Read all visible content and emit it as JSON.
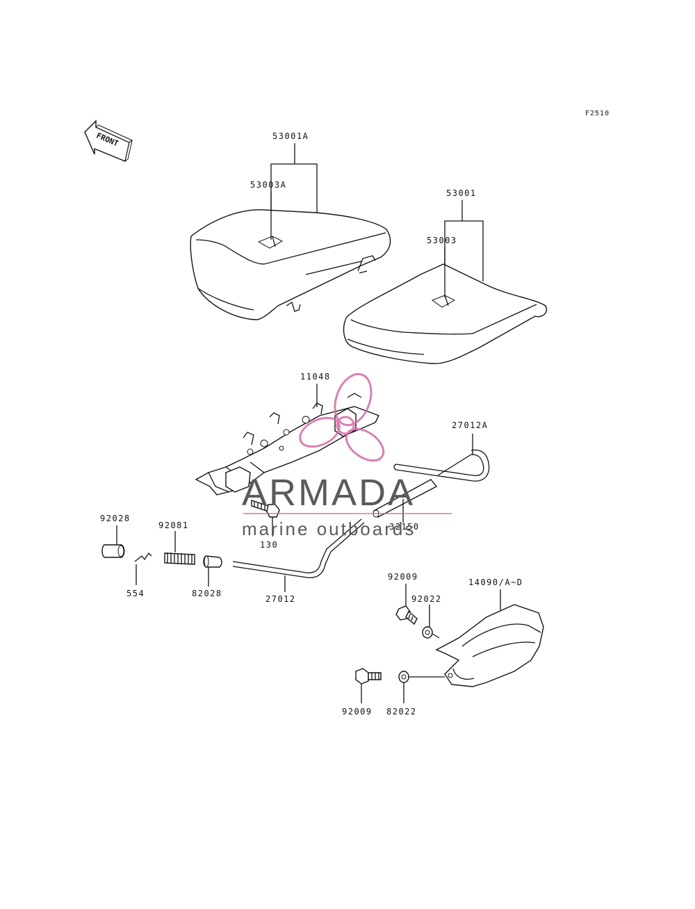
{
  "diagram_code": "F2510",
  "front_label": "FRONT",
  "watermark": {
    "brand": "ARMADA",
    "tagline": "marine outboards",
    "accent_color": "#d46aa8",
    "text_color": "#5a5a5a"
  },
  "parts": {
    "p53001A": "53001A",
    "p53003A": "53003A",
    "p53001": "53001",
    "p53003": "53003",
    "p11048": "11048",
    "p27012A": "27012A",
    "p32150": "32150",
    "p130": "130",
    "p92028_a": "92028",
    "p92081": "92081",
    "p554": "554",
    "p92028_b": "82028",
    "p27012": "27012",
    "p92009_a": "92009",
    "p92022_a": "92022",
    "p14090": "14090/A~D",
    "p92009_b": "92009",
    "p92022_b": "82022"
  }
}
